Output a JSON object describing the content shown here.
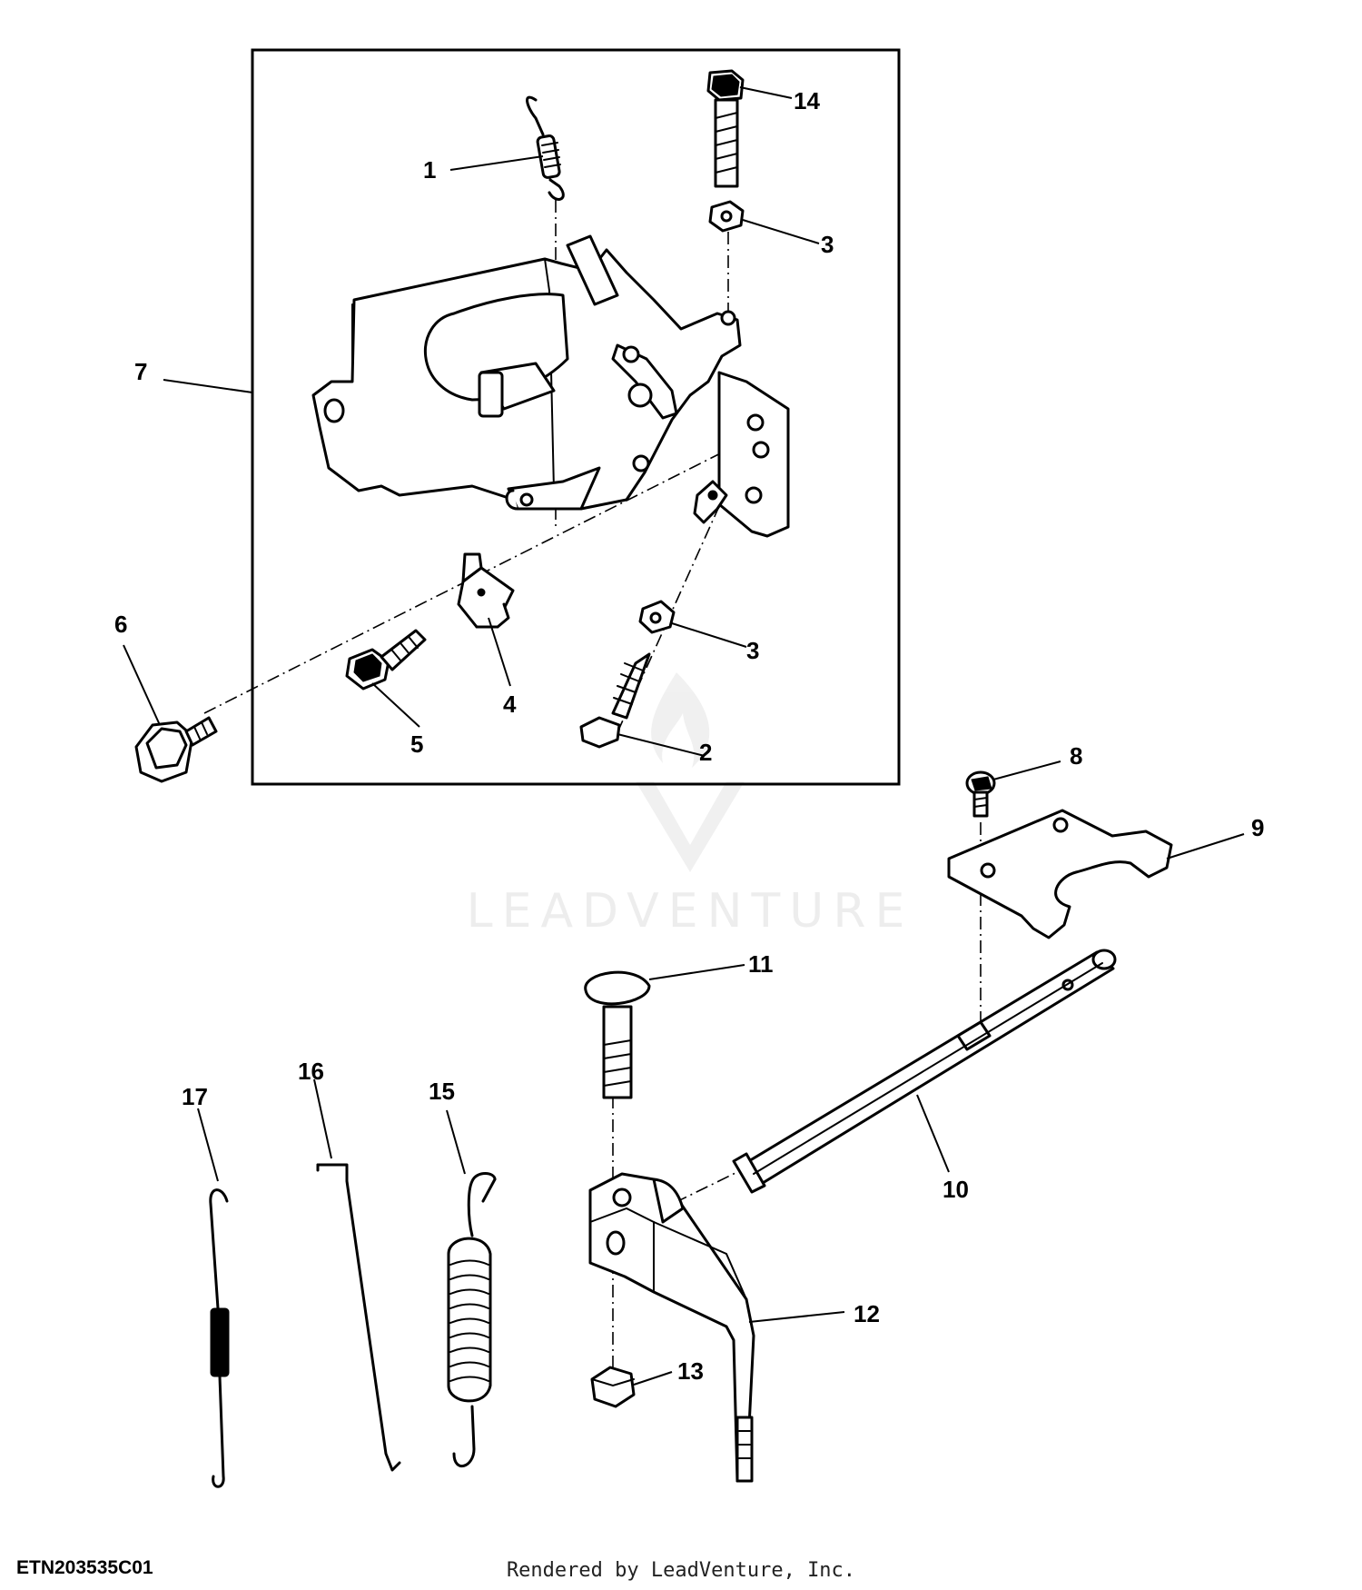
{
  "diagram": {
    "id": "ETN203535C01",
    "credit": "Rendered by LeadVenture, Inc.",
    "watermark": "LEADVENTURE",
    "callouts": {
      "c1": "1",
      "c2": "2",
      "c3a": "3",
      "c3b": "3",
      "c4": "4",
      "c5": "5",
      "c6": "6",
      "c7": "7",
      "c8": "8",
      "c9": "9",
      "c10": "10",
      "c11": "11",
      "c12": "12",
      "c13": "13",
      "c14": "14",
      "c15": "15",
      "c16": "16",
      "c17": "17"
    }
  }
}
